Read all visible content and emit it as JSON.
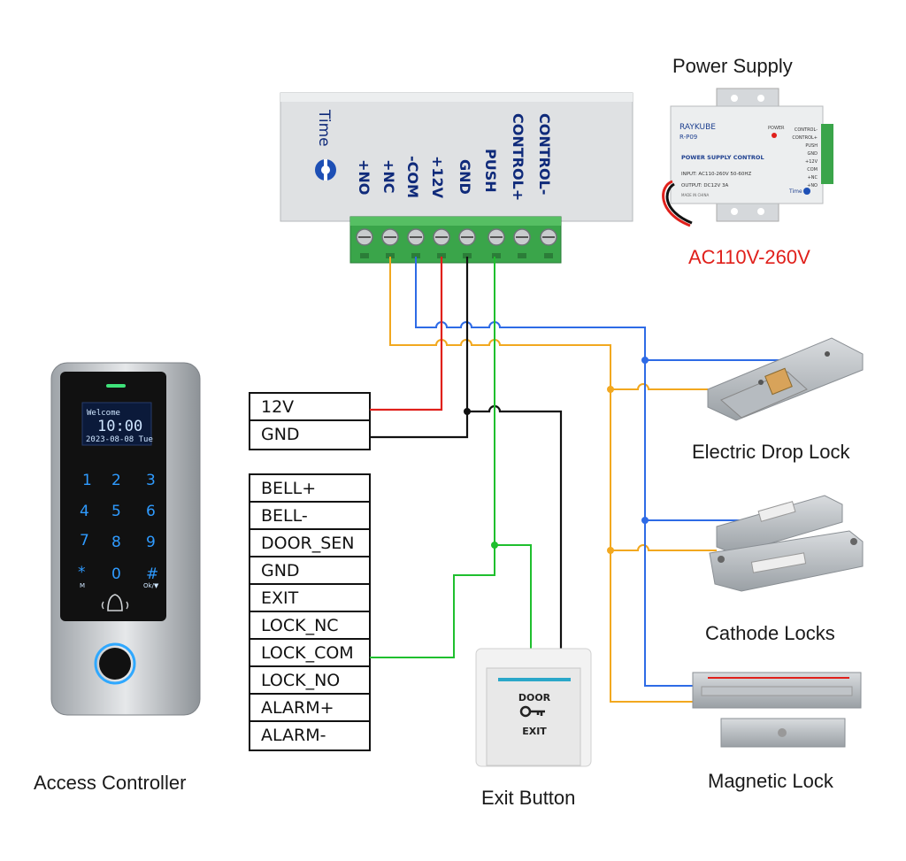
{
  "titles": {
    "power_supply": "Power Supply",
    "ac_input": "AC110V-260V",
    "electric_drop_lock": "Electric Drop Lock",
    "cathode_locks": "Cathode Locks",
    "magnetic_lock": "Magnetic Lock",
    "access_controller": "Access Controller",
    "exit_button": "Exit Button"
  },
  "power_box": {
    "time_label": "Time",
    "terminals": [
      "+NO",
      "+NC",
      "-COM",
      "+12V",
      "GND",
      "PUSH",
      "CONTROL+",
      "CONTROL-"
    ]
  },
  "power_photo": {
    "brand": "RAYKUBE",
    "model": "R-P09",
    "power_label": "POWER",
    "product": "POWER SUPPLY CONTROL",
    "input": "INPUT: AC110-260V 50-60HZ",
    "output": "OUTPUT: DC12V 3A",
    "made": "MADE IN CHINA",
    "time_label": "Time",
    "terminals": [
      "CONTROL-",
      "CONTROL+",
      "PUSH",
      "GND",
      "+12V",
      "COM",
      "+NC",
      "+NO"
    ]
  },
  "power_table": [
    "12V",
    "GND"
  ],
  "controller_table": [
    "BELL+",
    "BELL-",
    "DOOR_SEN",
    "GND",
    "EXIT",
    "LOCK_NC",
    "LOCK_COM",
    "LOCK_NO",
    "ALARM+",
    "ALARM-"
  ],
  "keypad": {
    "screen_line1": "Welcome",
    "screen_time": "10:00",
    "screen_date": "2023-08-08 Tue",
    "keys": [
      "1",
      "2",
      "3",
      "4",
      "5",
      "6",
      "7",
      "8",
      "9",
      "*",
      "0",
      "#"
    ],
    "key_sub_star": "M",
    "key_sub_hash": "Ok/▼"
  },
  "exit_button": {
    "line1": "DOOR",
    "line2": "EXIT"
  },
  "colors": {
    "wire_red": "#e0201b",
    "wire_black": "#111111",
    "wire_green": "#1fbf2e",
    "wire_blue": "#2e6be6",
    "wire_yellow": "#f2a81f",
    "terminal_green": "#3aa54a"
  }
}
